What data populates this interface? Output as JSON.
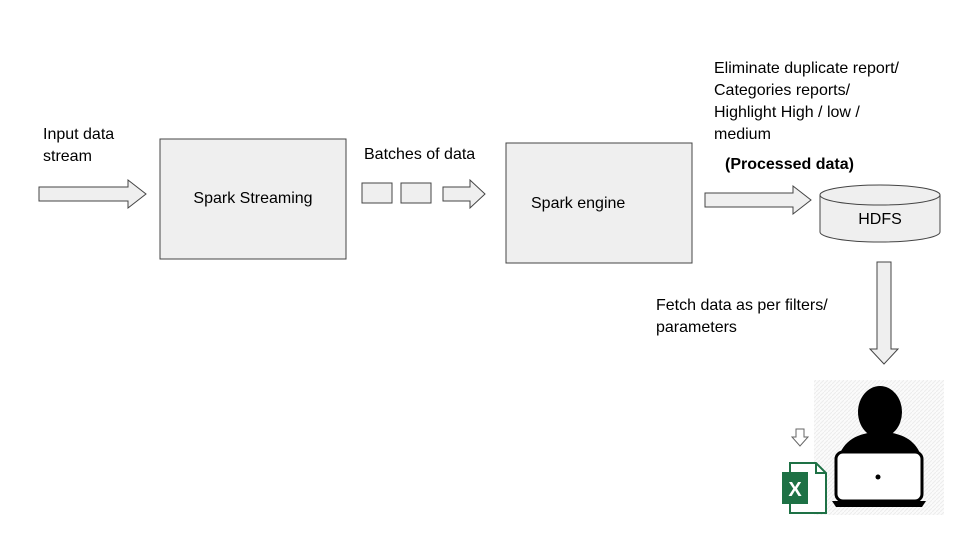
{
  "labels": {
    "input_line1": "Input data",
    "input_line2": "stream",
    "spark_streaming": "Spark Streaming",
    "batches": "Batches of data",
    "spark_engine": "Spark engine",
    "processing_line1": "Eliminate duplicate report/",
    "processing_line2": "Categories reports/",
    "processing_line3": "Highlight High / low /",
    "processing_line4": "medium",
    "processed": "(Processed data)",
    "hdfs": "HDFS",
    "fetch_line1": "Fetch data as per filters/",
    "fetch_line2": "parameters",
    "excel_letter": "X"
  },
  "colors": {
    "box_fill": "#efefef",
    "box_stroke": "#444444",
    "excel_green": "#1e7145",
    "user_black": "#000000"
  },
  "icons": {
    "user": "user-at-laptop-icon",
    "excel": "excel-file-icon",
    "download": "down-arrow-icon"
  }
}
